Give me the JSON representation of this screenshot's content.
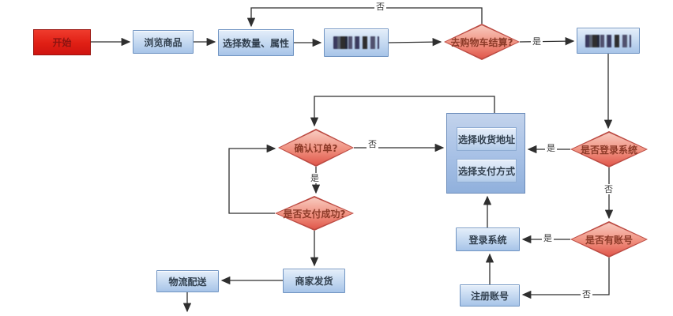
{
  "flowchart": {
    "nodes": {
      "start": "开始",
      "browse": "浏览商品",
      "select_qty": "选择数量、属性",
      "obscured_cart": "",
      "to_cart_checkout": "去购物车结算?",
      "obscured_top_right": "",
      "confirm_order": "确认订单?",
      "choose_address": "选择收货地址",
      "choose_payment": "选择支付方式",
      "is_logged_in": "是否登录系统",
      "payment_success": "是否支付成功?",
      "login_system": "登录系统",
      "has_account": "是否有账号",
      "logistics": "物流配送",
      "merchant_ship": "商家发货",
      "register_account": "注册账号"
    },
    "edge_labels": {
      "top_no": "否",
      "checkout_yes": "是",
      "confirm_no": "否",
      "confirm_yes": "是",
      "logged_in_yes": "是",
      "logged_in_no": "否",
      "has_account_yes": "是",
      "has_account_no": "否"
    },
    "colors": {
      "process_fill_top": "#e4eefa",
      "process_fill_bottom": "#a7c4e8",
      "process_border": "#7094c2",
      "start_fill": "#e01f14",
      "start_border": "#9a1510",
      "decision_fill_top": "#f8cabf",
      "decision_fill_bottom": "#e0584c",
      "decision_border": "#bb4a42",
      "container_fill": "#a9c2e6",
      "line": "#2f2f2f"
    }
  }
}
